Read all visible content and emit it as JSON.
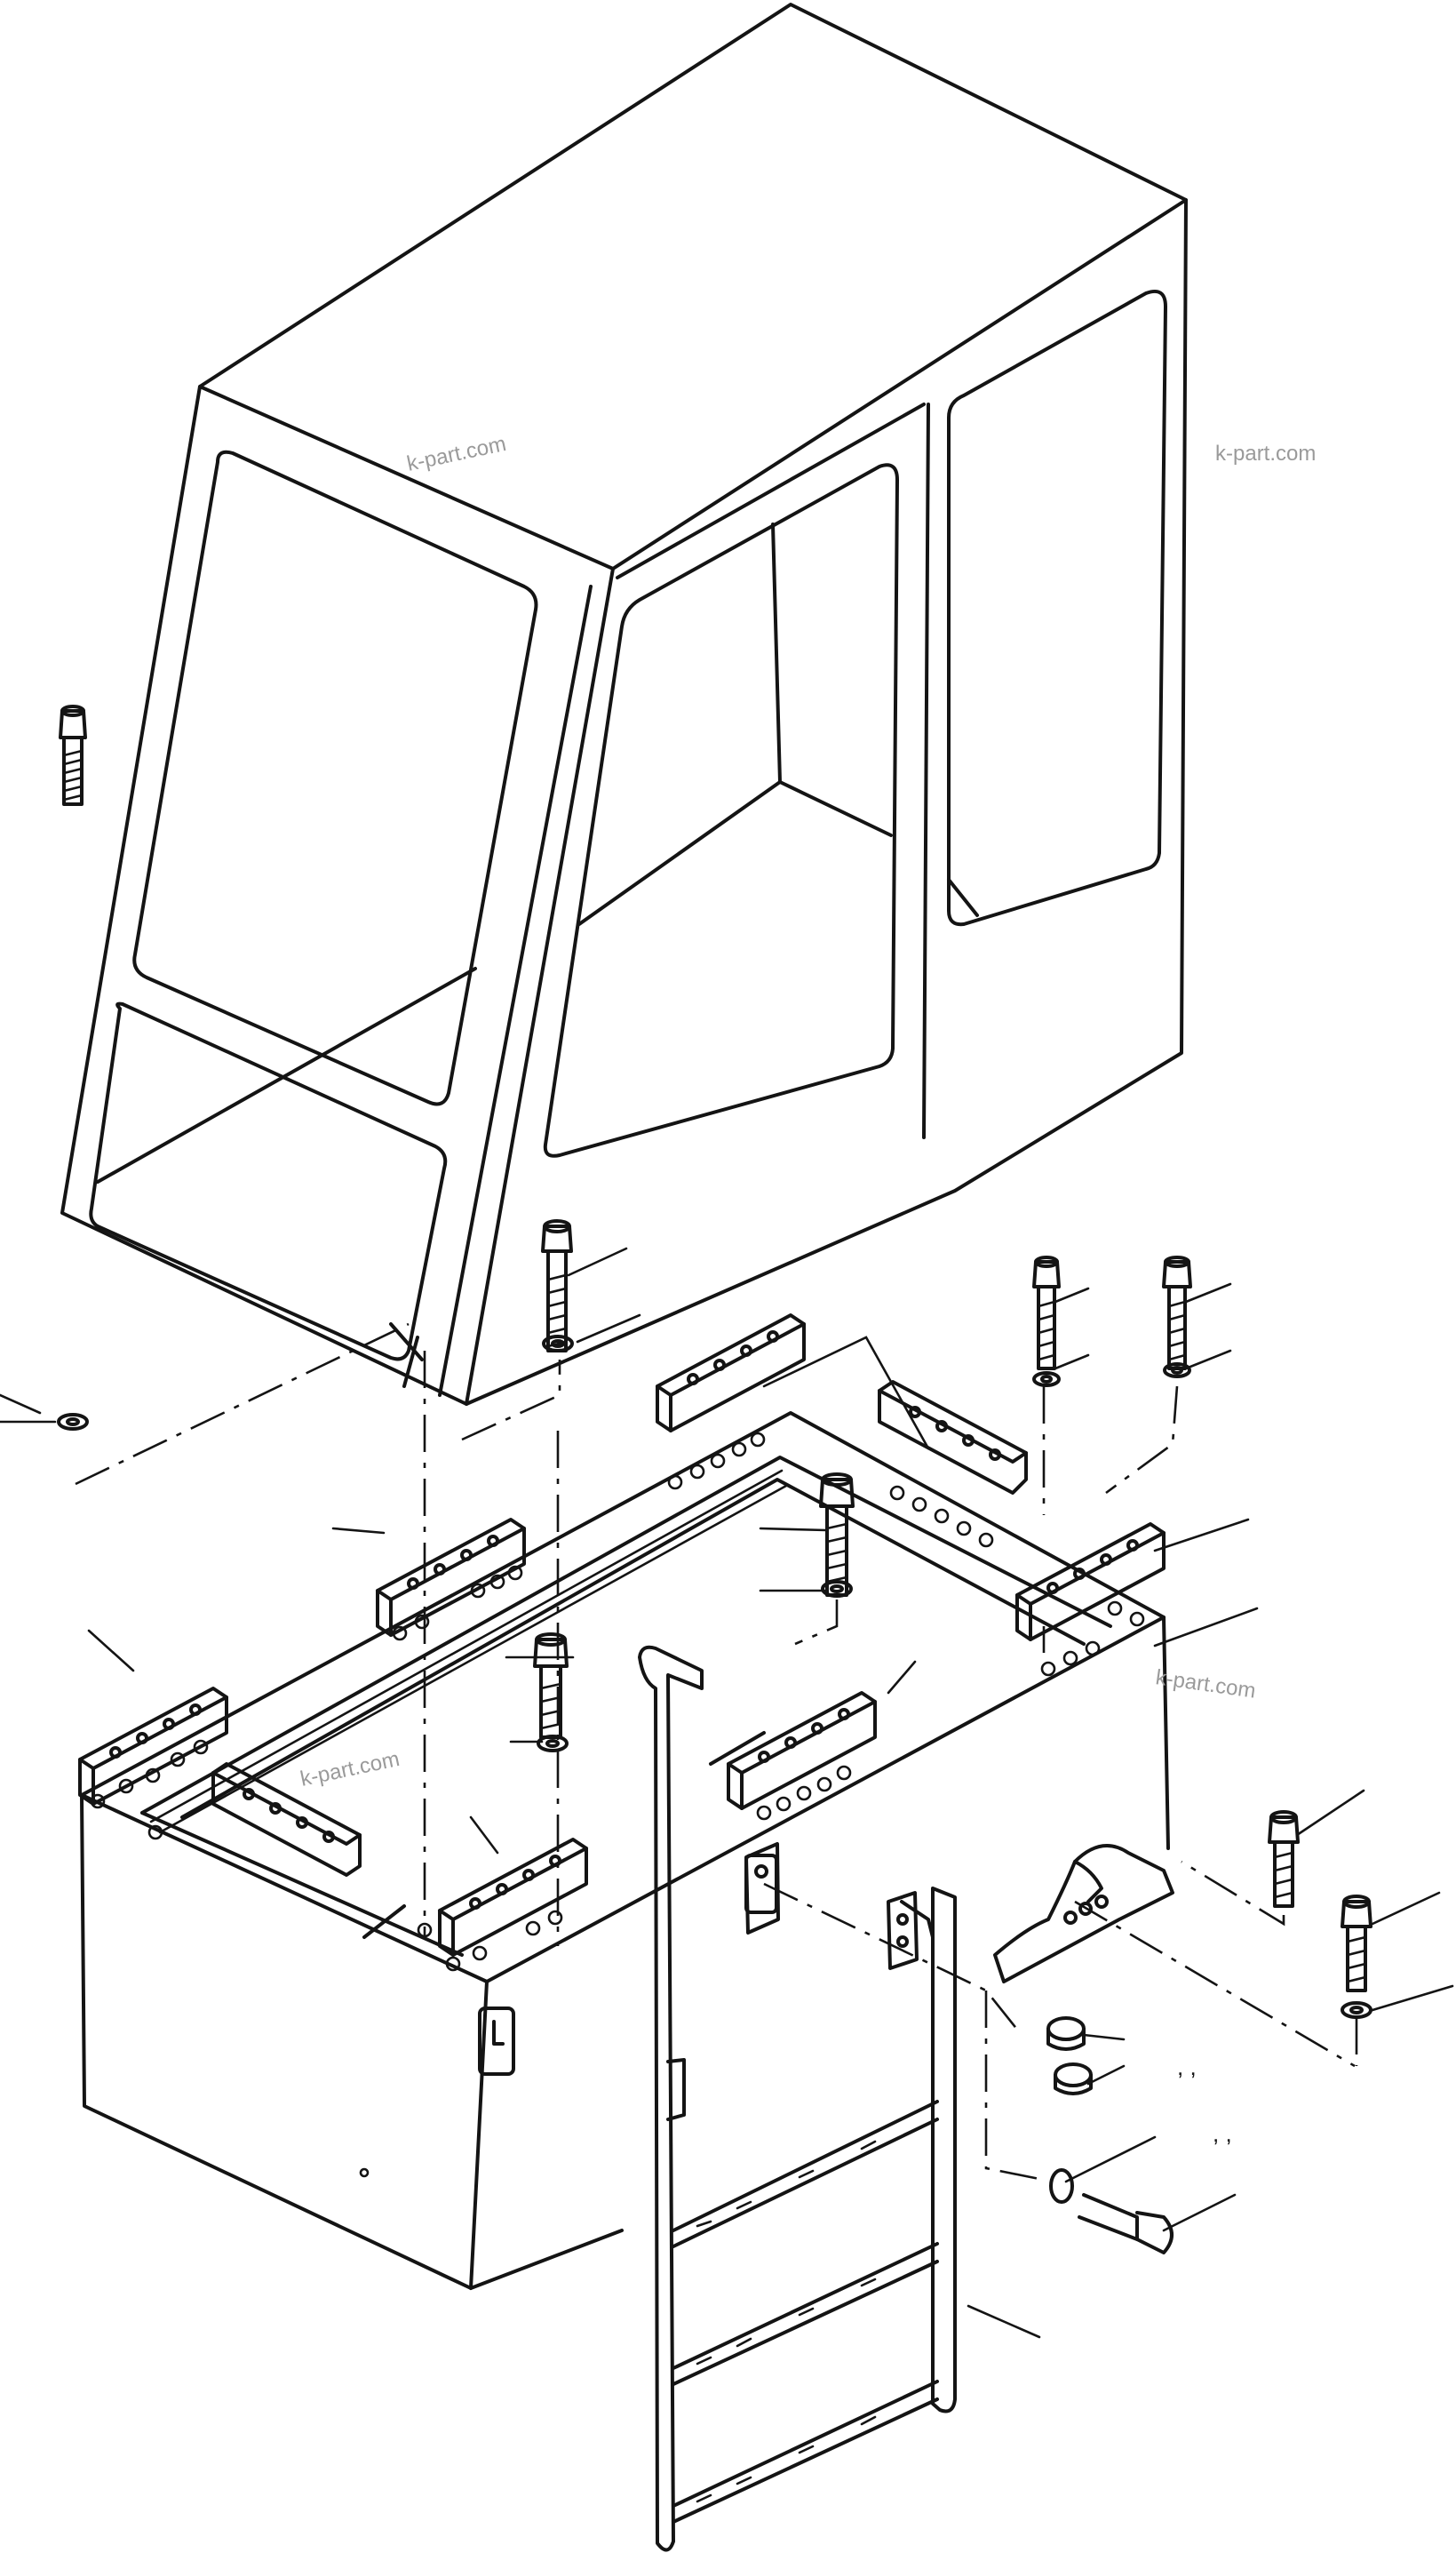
{
  "watermarks": [
    "k-part.com",
    "k-part.com",
    "k-part.com",
    "k-part.com"
  ],
  "marks": [
    ", ,",
    ", ,"
  ],
  "parts": {
    "cab": "cab-shell",
    "frame": "floor-frame",
    "ladder": "ladder",
    "mounts": "rubber-mount-blocks",
    "bolts": "mounting-bolts"
  }
}
